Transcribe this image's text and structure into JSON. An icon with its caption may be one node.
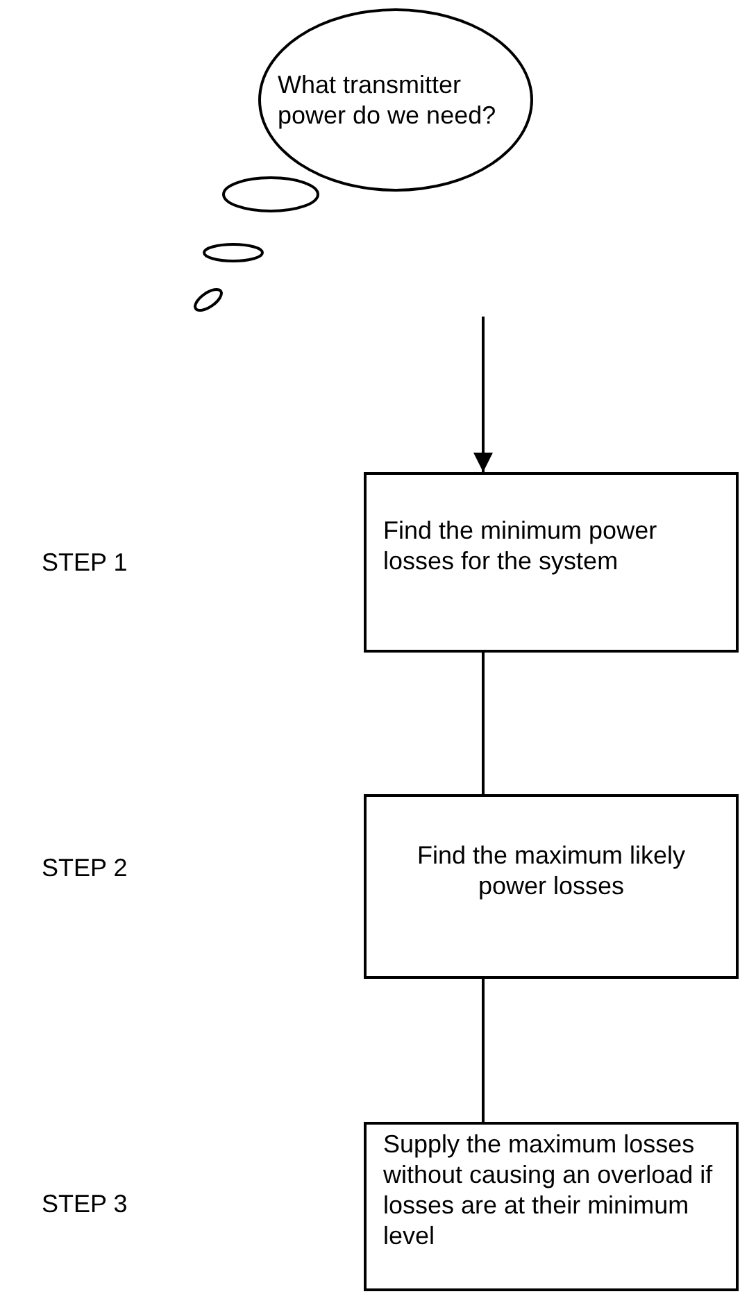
{
  "diagram": {
    "nodes": [
      {
        "text": [
          "What transmitter power do we need?"
        ]
      },
      {
        "text": [
          "Find the minimum power losses for the system"
        ]
      },
      {
        "text": [
          "Find the maximum likely power losses"
        ]
      },
      {
        "text": [
          "Supply the maximum losses without causing an overload if losses are at their minimum level"
        ]
      }
    ],
    "labels": [
      "STEP 1",
      "STEP 2",
      "STEP 3"
    ],
    "edges": [
      {
        "from": null,
        "to": 1,
        "arrow": "to"
      },
      {
        "from": 1,
        "to": 2,
        "arrow": "none"
      },
      {
        "from": 2,
        "to": 3,
        "arrow": "none"
      }
    ]
  }
}
